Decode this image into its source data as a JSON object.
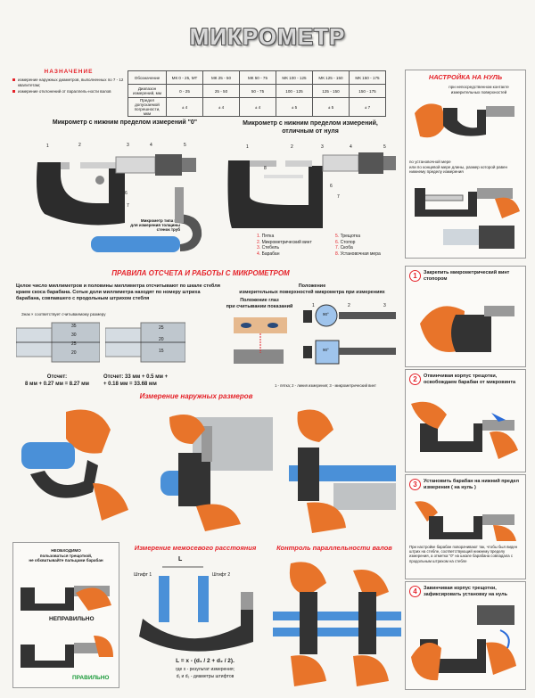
{
  "title": "МИКРОМЕТР",
  "purpose": {
    "heading": "НАЗНАЧЕНИЕ",
    "items": [
      "измерение наружных диаметров, выполненных по 7 - 12 квалитетам;",
      "измерение отклонений от параллель-ности валов"
    ]
  },
  "spec_table": {
    "row_headers": [
      "Обозначение",
      "Диапазон измерений, мм",
      "Предел допускаемой погрешности, мкм"
    ],
    "columns": [
      [
        "МК 0 - 25, МТ",
        "0 - 25",
        "± 4"
      ],
      [
        "МК 25 - 50",
        "25 - 50",
        "± 4"
      ],
      [
        "МК 50 - 75",
        "50 - 75",
        "± 4"
      ],
      [
        "МК 100 - 125",
        "100 - 125",
        "± 5"
      ],
      [
        "МК 125 - 150",
        "125 - 150",
        "± 5"
      ],
      [
        "МК 150 - 175",
        "150 - 175",
        "± 7"
      ]
    ]
  },
  "zero_setting": {
    "heading": "НАСТРОЙКА НА НУЛЬ",
    "note1": "при непосредственном контакте измерительных поверхностей",
    "note2": "по установочной мере\nили по концевой мере длины, размер которой равен нижнему пределу измерения"
  },
  "mic_zero": {
    "heading": "Микрометр с нижним пределом измерений \"0\"",
    "caption": "Микрометр типа МТ\nдля измерения толщины\nстенок труб",
    "nums": [
      "1",
      "2",
      "3",
      "4",
      "5",
      "6",
      "7"
    ]
  },
  "mic_nonzero": {
    "heading": "Микрометр с нижним пределом измерений,\nотличным от нуля",
    "nums": [
      "1",
      "8",
      "2",
      "3",
      "4",
      "5",
      "6",
      "7"
    ]
  },
  "legend": [
    {
      "n": "1.",
      "t": "Пятка"
    },
    {
      "n": "2.",
      "t": "Микрометрический винт"
    },
    {
      "n": "3.",
      "t": "Стебель"
    },
    {
      "n": "4.",
      "t": "Барабан"
    },
    {
      "n": "5.",
      "t": "Трещотка"
    },
    {
      "n": "6.",
      "t": "Стопор"
    },
    {
      "n": "7.",
      "t": "Скоба"
    },
    {
      "n": "8.",
      "t": "Установочная мера"
    }
  ],
  "rules": {
    "heading": "ПРАВИЛА ОТСЧЕТА И РАБОТЫ С МИКРОМЕТРОМ",
    "text": "Целое число миллиметров и половины миллиметра отсчитывают по шкале стебля краем скоса барабана. Сотые доли миллиметра находят по номеру штриха барабана, совпавшего с продольным штрихом стебля",
    "sign_note": "Знак × соответствует считываемому размеру",
    "reading1": "Отсчет:\n8 мм + 0.27 мм = 8.27 мм",
    "reading2": "Отсчет: 33 мм + 0.5 мм +\n+ 0.18 мм = 33.68 мм",
    "scale1": [
      "35",
      "30",
      "25",
      "20"
    ],
    "scale2": [
      "25",
      "20",
      "15"
    ],
    "position_heading": "Положение\nизмерительных поверхностей микрометра при измерениях",
    "eye_heading": "Положение глаз\nпри считывании показаний",
    "angle": "90°",
    "legend_line": "1 - пятка; 2 - линия измерения; 3 - микрометрический винт",
    "pos_nums": [
      "1",
      "2",
      "3"
    ]
  },
  "outer": {
    "heading": "Измерение наружных размеров"
  },
  "warning": {
    "text": "НЕОБХОДИМО\nпользоваться трещоткой,\nне обхватывайте пальцами барабан",
    "wrong": "НЕПРАВИЛЬНО",
    "right": "ПРАВИЛЬНО"
  },
  "center": {
    "heading": "Измерение межосевого расстояния",
    "L": "L",
    "pin1": "Штифт 1",
    "pin2": "Штифт 2",
    "formula": "L = x - (d₁ / 2 + d₂ / 2).",
    "f1": "где x - результат измерения;",
    "f2": "d₁ и d₂ - диаметры штифтов"
  },
  "parallel": {
    "heading": "Контроль параллельности валов"
  },
  "steps": [
    {
      "n": "1",
      "text": "Закрепить микрометрический винт стопором"
    },
    {
      "n": "2",
      "text": "Отвинчивая корпус трещотки, освобождаем барабан от микровинта"
    },
    {
      "n": "3",
      "text": "Установить барабан на нижний предел измерения ( на нуль )",
      "note": "При настройке барабан поворачивают так, чтобы был виден штрих на стебле, соответствующий нижнему пределу измерения, а отметка \"0\" на шкале барабана совпадала с продольным штрихом на стебле"
    },
    {
      "n": "4",
      "text": "Завинчивая корпус трещотки, зафиксировать установку на нуль"
    }
  ],
  "colors": {
    "accent": "#e5232a",
    "hand": "#e8742a",
    "body": "#2e2e2e",
    "blue": "#4a90d8"
  }
}
